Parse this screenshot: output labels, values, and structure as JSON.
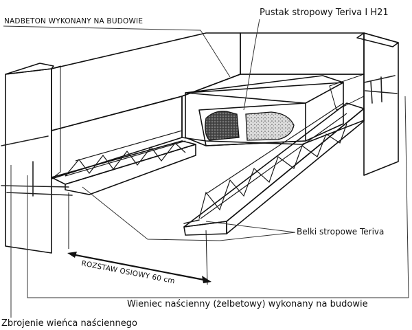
{
  "labels": {
    "nadbeton": "NADBETON WYKONANY NA BUDOWIE",
    "pustak": "Pustak stropowy Teriva I H21",
    "belki": "Belki stropowe Teriva",
    "rozstaw": "ROZSTAW OSIOWY 60 cm",
    "wieniec": "Wieniec naścienny (żelbetowy) wykonany na budowie",
    "zbrojenie": "Zbrojenie wieńca naściennego"
  },
  "colors": {
    "ink": "#111111",
    "paper": "#ffffff",
    "concrete_dots": "#333333"
  }
}
